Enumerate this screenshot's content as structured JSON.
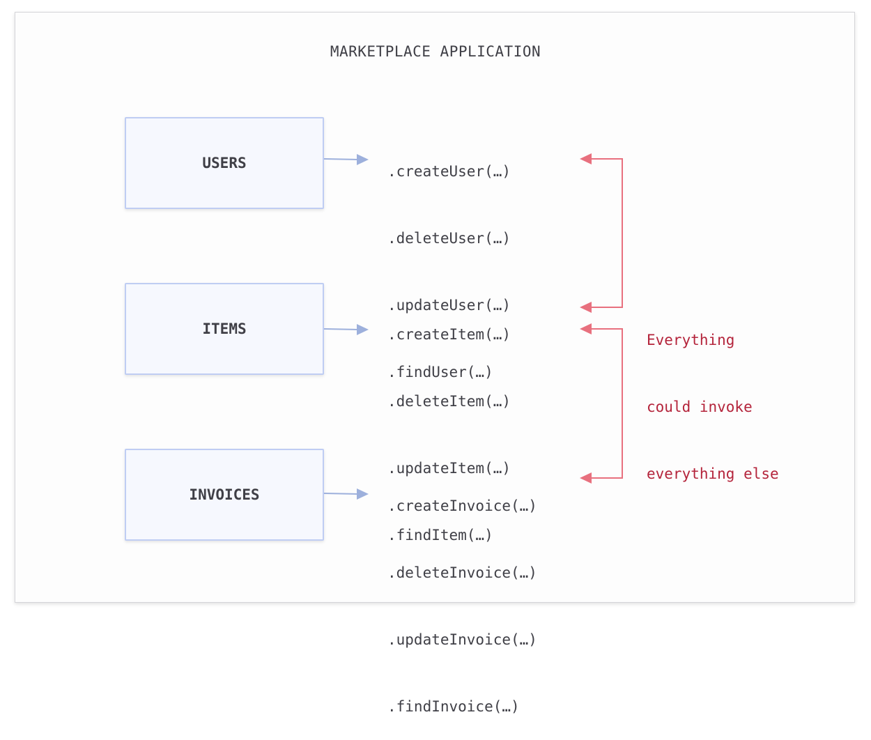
{
  "title": "MARKETPLACE APPLICATION",
  "modules": [
    {
      "label": "USERS",
      "methods": [
        ".createUser(…)",
        ".deleteUser(…)",
        ".updateUser(…)",
        ".findUser(…)"
      ]
    },
    {
      "label": "ITEMS",
      "methods": [
        ".createItem(…)",
        ".deleteItem(…)",
        ".updateItem(…)",
        ".findItem(…)"
      ]
    },
    {
      "label": "INVOICES",
      "methods": [
        ".createInvoice(…)",
        ".deleteInvoice(…)",
        ".updateInvoice(…)",
        ".findInvoice(…)"
      ]
    }
  ],
  "annotation": {
    "lines": [
      "Everything",
      "could invoke",
      "everything else"
    ]
  },
  "colors": {
    "module_border": "#bfcdf3",
    "module_fill": "#f6f8fe",
    "module_arrow": "#9db0dc",
    "cross_arrow": "#e8707e",
    "annotation_text": "#b4243b"
  }
}
